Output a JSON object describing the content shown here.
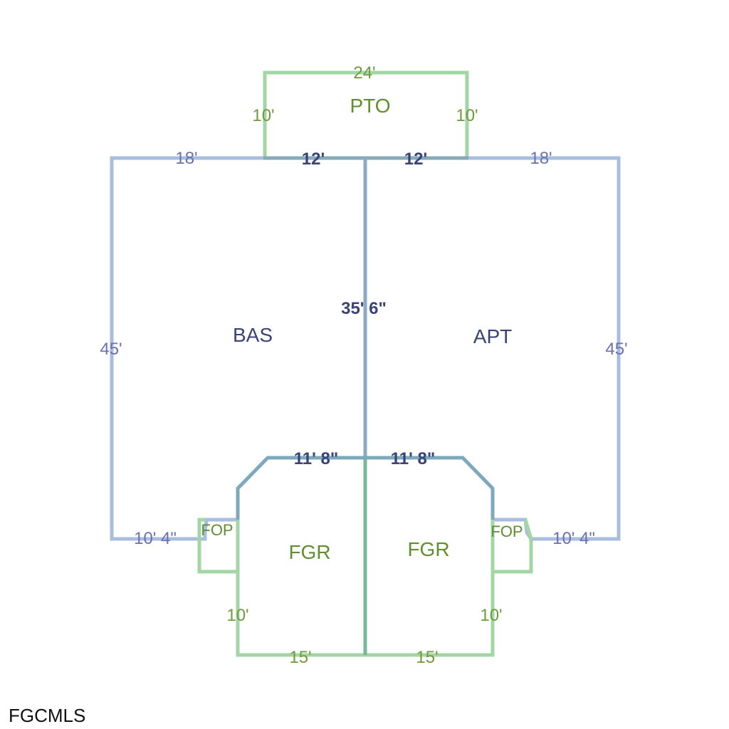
{
  "diagram": {
    "rooms": {
      "pto": "PTO",
      "bas": "BAS",
      "apt": "APT",
      "fgr_left": "FGR",
      "fgr_right": "FGR",
      "fop_left": "FOP",
      "fop_right": "FOP"
    },
    "dimensions": {
      "pto_top": "24'",
      "pto_left": "10'",
      "pto_right": "10'",
      "bas_top": "18'",
      "pto_bottom_left": "12'",
      "pto_bottom_right": "12'",
      "apt_top": "18'",
      "center_wall": "35' 6\"",
      "bas_left": "45'",
      "apt_right": "45'",
      "garage_top_left": "11' 8\"",
      "garage_top_right": "11' 8\"",
      "bas_bottom": "10' 4\"",
      "apt_bottom": "10' 4\"",
      "fgr_left_side": "10'",
      "fgr_right_side": "10'",
      "fgr_bottom_left": "15'",
      "fgr_bottom_right": "15'"
    },
    "colors": {
      "living_outline": "#a8bedf",
      "shared_wall": "#8aaac8",
      "garage_outline": "#9fd3a3",
      "garage_shared": "#78b8a8"
    }
  },
  "watermark": "FGCMLS"
}
